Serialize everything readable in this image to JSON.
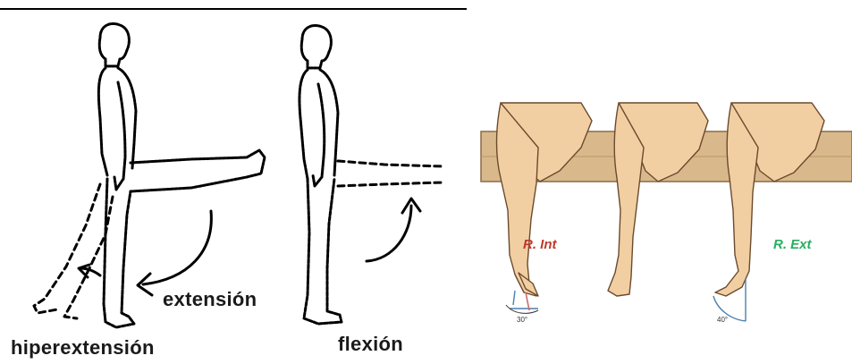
{
  "left_figure": {
    "labels": {
      "extension": "extensión",
      "hyperextension": "hiperextensión",
      "flexion": "flexión"
    }
  },
  "right_figure": {
    "labels": {
      "internal_rotation": "R. Int",
      "external_rotation": "R. Ext",
      "internal_angle": "30°",
      "external_angle": "40°"
    },
    "colors": {
      "skin": "#f2cfa2",
      "bench": "#d9b98c",
      "internal_label": "#c0392b",
      "external_label": "#27ae60"
    }
  }
}
